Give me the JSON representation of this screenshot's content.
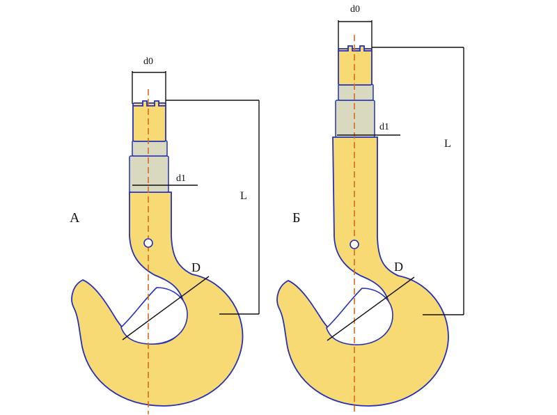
{
  "colors": {
    "hook_fill": "#f7da73",
    "hook_stroke": "#2430b8",
    "thread_fill": "#d8d9bf",
    "center_line": "#d66b1f",
    "dimension_line": "#111111"
  },
  "hooks": {
    "a": {
      "label": "А",
      "d0": "d0",
      "d1": "d1",
      "d": "D",
      "l": "L"
    },
    "b": {
      "label": "Б",
      "d0": "d0",
      "d1": "d1",
      "d": "D",
      "l": "L"
    }
  }
}
